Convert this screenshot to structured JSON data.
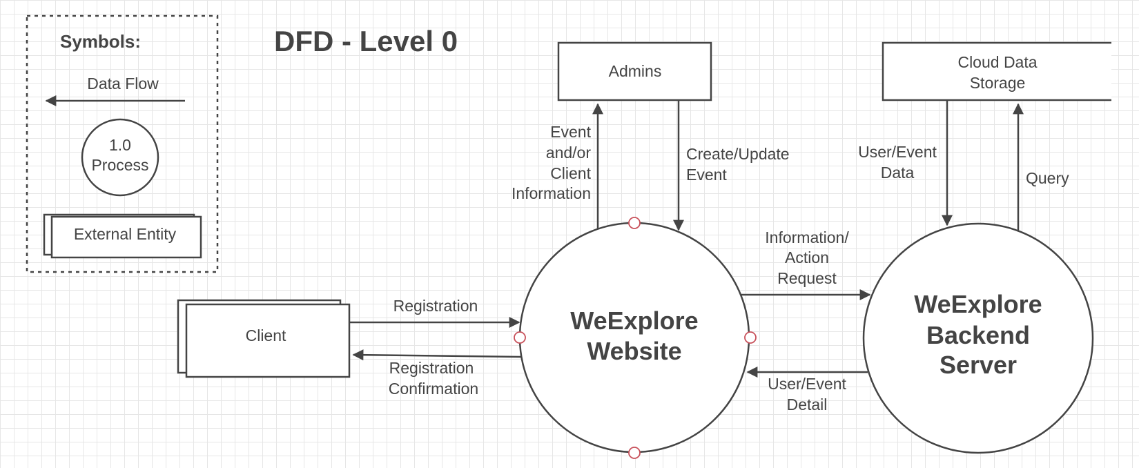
{
  "diagram": {
    "title": "DFD - Level 0",
    "legend": {
      "heading": "Symbols:",
      "data_flow": "Data Flow",
      "process_number": "1.0",
      "process_label": "Process",
      "external_entity": "External Entity"
    },
    "entities": {
      "admins": "Admins",
      "cloud_line1": "Cloud Data",
      "cloud_line2": "Storage",
      "client": "Client"
    },
    "processes": {
      "website_line1": "WeExplore",
      "website_line2": "Website",
      "backend_line1": "WeExplore",
      "backend_line2": "Backend",
      "backend_line3": "Server"
    },
    "flows": {
      "registration": "Registration",
      "reg_confirmation_line1": "Registration",
      "reg_confirmation_line2": "Confirmation",
      "event_info_line1": "Event",
      "event_info_line2": "and/or",
      "event_info_line3": "Client",
      "event_info_line4": "Information",
      "create_update_line1": "Create/Update",
      "create_update_line2": "Event",
      "info_request_line1": "Information/",
      "info_request_line2": "Action",
      "info_request_line3": "Request",
      "user_event_detail_line1": "User/Event",
      "user_event_detail_line2": "Detail",
      "user_event_data_line1": "User/Event",
      "user_event_data_line2": "Data",
      "query": "Query"
    }
  }
}
